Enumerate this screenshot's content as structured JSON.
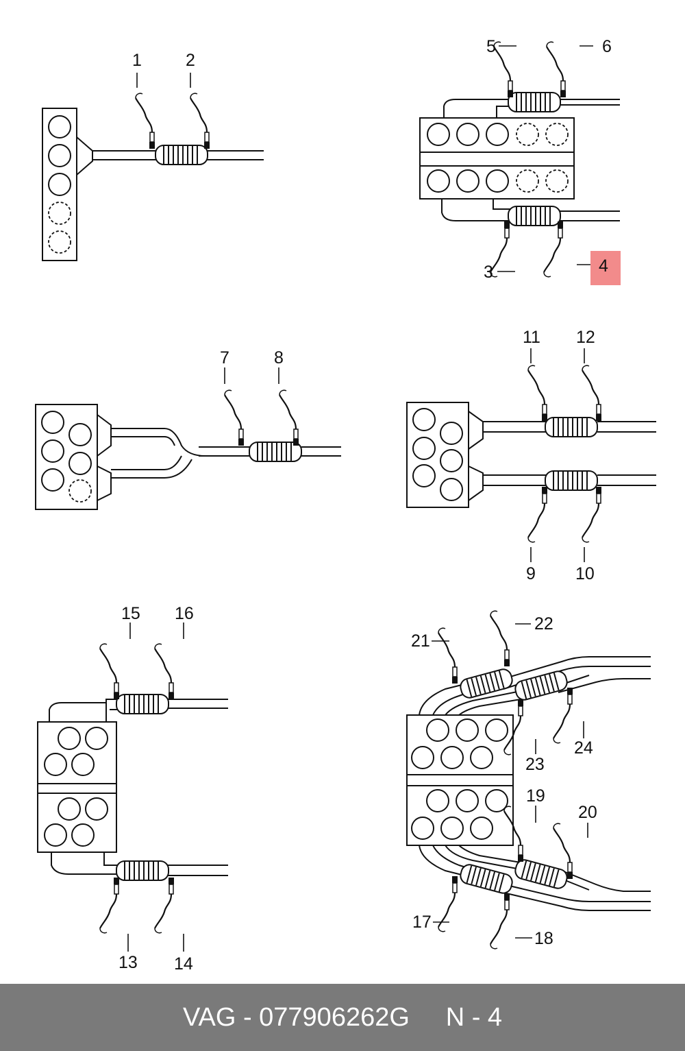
{
  "diagram": {
    "labels": [
      "1",
      "2",
      "3",
      "4",
      "5",
      "6",
      "7",
      "8",
      "9",
      "10",
      "11",
      "12",
      "13",
      "14",
      "15",
      "16",
      "17",
      "18",
      "19",
      "20",
      "21",
      "22",
      "23",
      "24"
    ],
    "highlighted_label": "4",
    "highlight_color": "#f28b8b"
  },
  "footer": {
    "brand": "VAG",
    "part_number": "077906262G",
    "position": "N - 4",
    "text": "VAG - 077906262G     N - 4",
    "background_color": "#7a7a7a"
  }
}
